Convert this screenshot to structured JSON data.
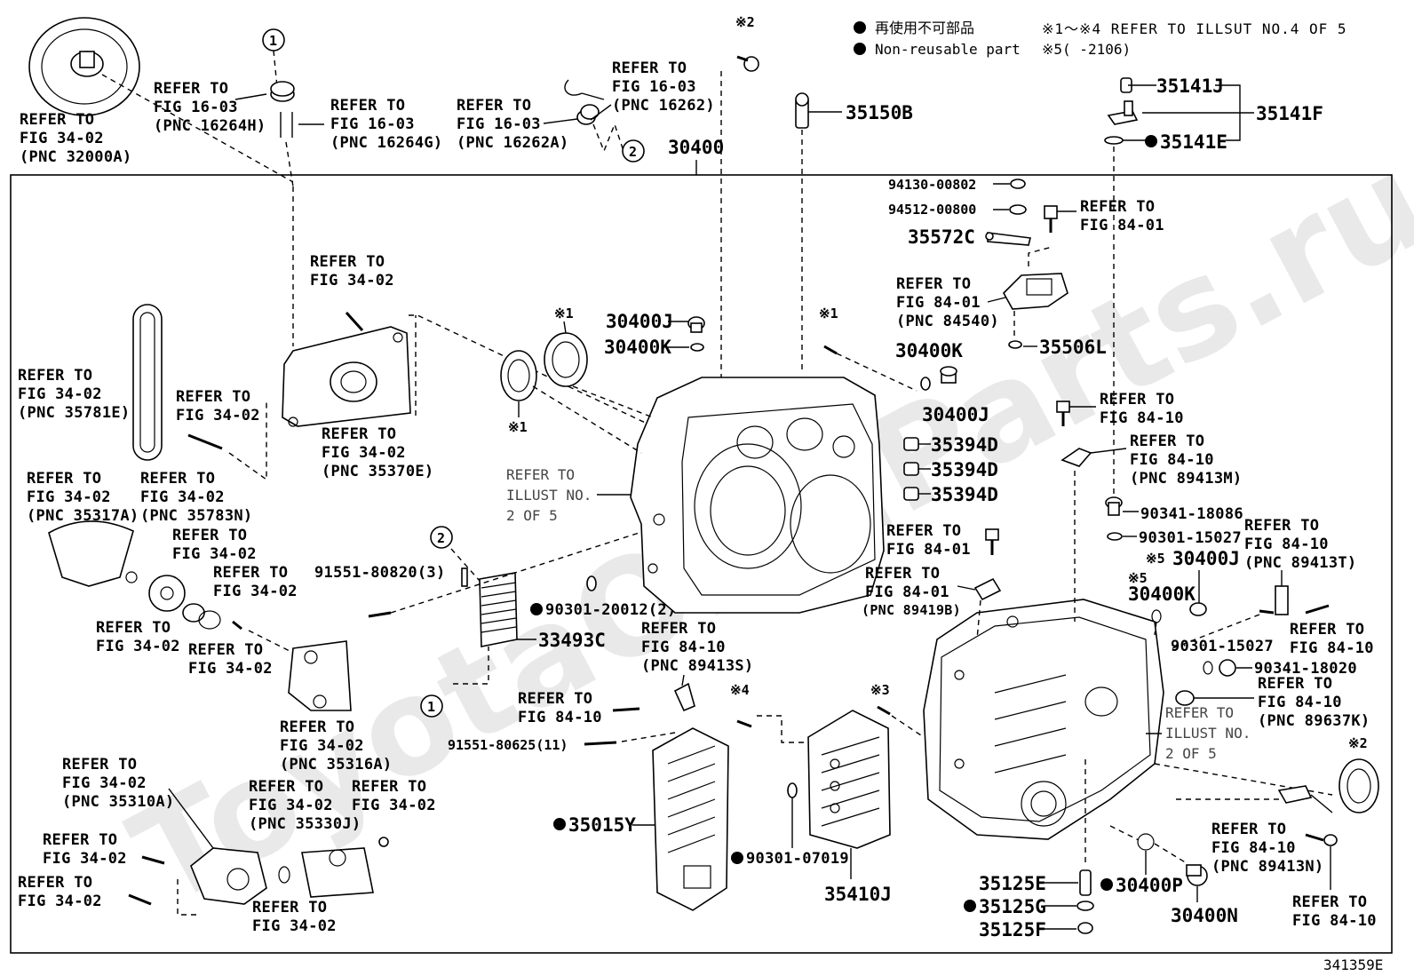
{
  "legend": {
    "jp": "再使用不可部品",
    "en": "Non-reusable part",
    "ref1": "※1～※4 REFER TO ILLSUT NO.4 OF 5",
    "ref2": "※5(      -2106)"
  },
  "watermark": "ToyotaOEMParts.ru",
  "illustration_number": "341359E",
  "markers": {
    "circle1": "1",
    "circle2": "2",
    "ref1": "※1",
    "ref2": "※2",
    "ref3": "※3",
    "ref4": "※4",
    "ref5": "※5"
  },
  "refs": {
    "fig3402": [
      "REFER TO",
      "FIG 34-02"
    ],
    "fig8401": [
      "REFER TO",
      "FIG 84-01"
    ],
    "fig8410": [
      "REFER TO",
      "FIG 84-10"
    ],
    "illust2": [
      "REFER TO",
      "ILLUST NO.",
      "2 OF 5"
    ],
    "fig3402_32000A": [
      "REFER TO",
      "FIG 34-02",
      "(PNC 32000A)"
    ],
    "fig1603_16264H": [
      "REFER TO",
      "FIG 16-03",
      "(PNC 16264H)"
    ],
    "fig1603_16264G": [
      "REFER TO",
      "FIG 16-03",
      "(PNC 16264G)"
    ],
    "fig1603_16262A": [
      "REFER TO",
      "FIG 16-03",
      "(PNC 16262A)"
    ],
    "fig1603_16262": [
      "REFER TO",
      "FIG 16-03",
      "(PNC 16262)"
    ],
    "fig3402_35781E": [
      "REFER TO",
      "FIG 34-02",
      "(PNC 35781E)"
    ],
    "fig3402_35370E": [
      "REFER TO",
      "FIG 34-02",
      "(PNC 35370E)"
    ],
    "fig3402_35317A": [
      "REFER TO",
      "FIG 34-02",
      "(PNC 35317A)"
    ],
    "fig3402_35783N": [
      "REFER TO",
      "FIG 34-02",
      "(PNC 35783N)"
    ],
    "fig3402_35316A": [
      "REFER TO",
      "FIG 34-02",
      "(PNC 35316A)"
    ],
    "fig3402_35310A": [
      "REFER TO",
      "FIG 34-02",
      "(PNC 35310A)"
    ],
    "fig3402_35330J": [
      "REFER TO",
      "FIG 34-02",
      "(PNC 35330J)"
    ],
    "fig8401_84540": [
      "REFER TO",
      "FIG 84-01",
      "(PNC 84540)"
    ],
    "fig8410_89413M": [
      "REFER TO",
      "FIG 84-10",
      "(PNC 89413M)"
    ],
    "fig8410_89413T": [
      "REFER TO",
      "FIG 84-10",
      "(PNC 89413T)"
    ],
    "fig8401_89419B": [
      "REFER TO",
      "FIG 84-01",
      "(PNC 89419B)"
    ],
    "fig8410_89413S": [
      "REFER TO",
      "FIG 84-10",
      "(PNC 89413S)"
    ],
    "fig8410_89637K": [
      "REFER TO",
      "FIG 84-10",
      "(PNC 89637K)"
    ],
    "fig8410_89413N": [
      "REFER TO",
      "FIG 84-10",
      "(PNC 89413N)"
    ]
  },
  "parts": {
    "p30400": "30400",
    "p35150B": "35150B",
    "p35141J": "35141J",
    "p35141F": "35141F",
    "p35141E": "35141E",
    "p94130": "94130-00802",
    "p94512": "94512-00800",
    "p35572C": "35572C",
    "p30400J": "30400J",
    "p30400K": "30400K",
    "p35506L": "35506L",
    "p35394D": "35394D",
    "p91551_80820": "91551-80820(3)",
    "p90301_20012": "90301-20012(2)",
    "p33493C": "33493C",
    "p90341_18086": "90341-18086",
    "p90301_15027": "90301-15027",
    "p90341_18020": "90341-18020",
    "p91551_80625": "91551-80625(11)",
    "p35015Y": "35015Y",
    "p90301_07019": "90301-07019",
    "p35410J": "35410J",
    "p35125E": "35125E",
    "p35125G": "35125G",
    "p35125F": "35125F",
    "p30400P": "30400P",
    "p30400N": "30400N"
  }
}
